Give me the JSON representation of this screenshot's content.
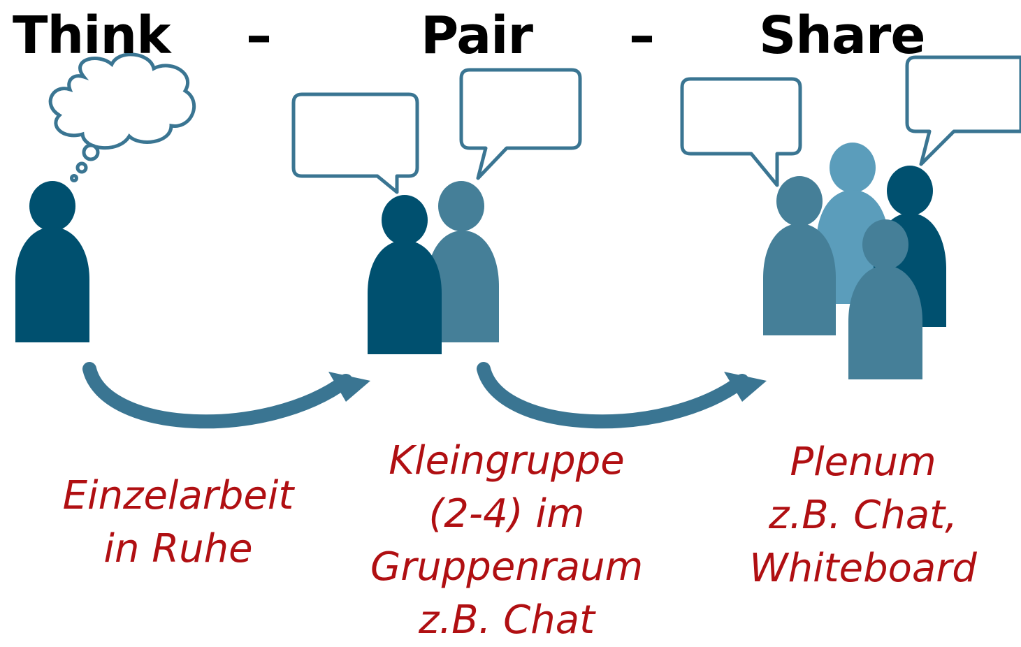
{
  "steps": [
    {
      "title": "Think",
      "caption": [
        "Einzelarbeit",
        "in Ruhe"
      ]
    },
    {
      "title": "Pair",
      "caption": [
        "Kleingruppe",
        "(2-4) im",
        "Gruppenraum",
        "z.B. Chat"
      ]
    },
    {
      "title": "Share",
      "caption": [
        "Plenum",
        "z.B. Chat,",
        "Whiteboard"
      ]
    }
  ],
  "separator": "–",
  "colors": {
    "person_dark": "#00506f",
    "person_mid": "#457f98",
    "person_light": "#5b9dbb",
    "arrow": "#3a7592",
    "caption": "#b00f12"
  }
}
